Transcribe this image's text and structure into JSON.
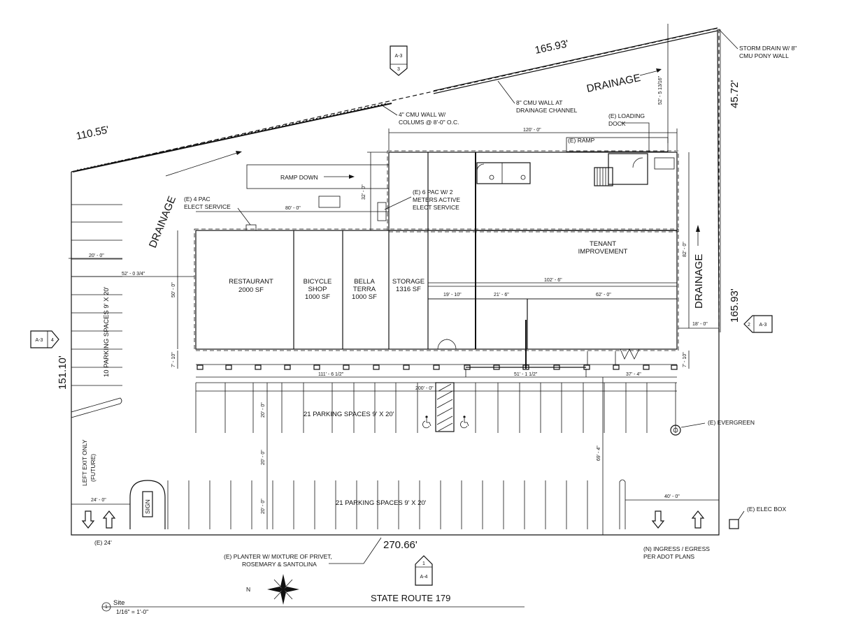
{
  "boundary": {
    "north_west": "110.55'",
    "north_east": "165.93'",
    "east_upper": "45.72'",
    "east_lower": "165.93'",
    "west": "151.10'",
    "south": "270.66'"
  },
  "drainage": {
    "top": "DRAINAGE",
    "left": "DRAINAGE",
    "right": "DRAINAGE"
  },
  "notes": {
    "storm_drain_1": "STORM DRAIN W/ 8\"",
    "storm_drain_2": "CMU PONY WALL",
    "cmu_wall_8_1": "8\" CMU WALL AT",
    "cmu_wall_8_2": "DRAINAGE CHANNEL",
    "cmu_wall_4_1": "4\" CMU WALL W/",
    "cmu_wall_4_2": "COLUMS @ 8'-0\" O.C.",
    "loading_dock_1": "(E) LOADING",
    "loading_dock_2": "DOCK",
    "ramp": "(E) RAMP",
    "ramp_down": "RAMP DOWN",
    "pac4_1": "(E) 4 PAC",
    "pac4_2": "ELECT SERVICE",
    "pac6_1": "(E) 6 PAC W/ 2",
    "pac6_2": "METERS ACTIVE",
    "pac6_3": "ELECT SERVICE",
    "evergreen": "(E) EVERGREEN",
    "elec_box": "(E) ELEC BOX",
    "ingress_1": "(N) INGRESS / EGRESS",
    "ingress_2": "PER ADOT PLANS",
    "planter_1": "(E) PLANTER W/ MIXTURE OF PRIVET,",
    "planter_2": "ROSEMARY & SANTOLINA",
    "e24": "(E) 24'",
    "left_exit_1": "LEFT EXIT ONLY",
    "left_exit_2": "(FUTURE)",
    "sign": "SIGN",
    "state_route": "STATE ROUTE 179"
  },
  "rooms": {
    "restaurant_name": "RESTAURANT",
    "restaurant_area": "2000 SF",
    "bicycle_name_1": "BICYCLE",
    "bicycle_name_2": "SHOP",
    "bicycle_area": "1000 SF",
    "bella_name_1": "BELLA",
    "bella_name_2": "TERRA",
    "bella_area": "1000 SF",
    "storage_name": "STORAGE",
    "storage_area": "1316 SF",
    "tenant_1": "TENANT",
    "tenant_2": "IMPROVEMENT"
  },
  "parking": {
    "west": "10 PARKING SPACES 9' X 20'",
    "middle": "21 PARKING SPACES 9' X 20'",
    "south": "21 PARKING SPACES 9' X 20'"
  },
  "dimensions": {
    "d120": "120' - 0\"",
    "d52_5": "52' - 5 13/16\"",
    "d32": "32' - 0\"",
    "d80": "80' - 0\"",
    "d20_top": "20' - 0\"",
    "d52_0": "52' - 0 3/4\"",
    "d50": "50' - 0\"",
    "d7_left": "7' - 10\"",
    "d7_right": "7' - 10\"",
    "d102": "102' - 6\"",
    "d19": "19' - 10\"",
    "d21": "21' - 6\"",
    "d62": "62' - 0\"",
    "d82": "82' - 0\"",
    "d18": "18' - 0\"",
    "d111": "111' - 6 1/2\"",
    "d51": "51' - 1 1/2\"",
    "d37": "37' - 4\"",
    "d200": "200' - 0\"",
    "d20_a": "20' - 0\"",
    "d20_b": "20' - 0\"",
    "d20_c": "20' - 0\"",
    "d69": "69' - 4\"",
    "d24": "24' - 0\"",
    "d40": "40' - 0\""
  },
  "section_markers": {
    "top_sheet": "A-3",
    "top_num": "3",
    "left_sheet": "A-3",
    "left_num": "4",
    "right_sheet": "A-3",
    "right_num": "2",
    "bottom_sheet": "A-4",
    "bottom_num": "1"
  },
  "title_block": {
    "num": "1",
    "title": "Site",
    "scale": "1/16\" = 1'-0\""
  },
  "north_arrow_label": "N",
  "icons": [
    "north-arrow-icon",
    "accessible-parking-icon",
    "arrow-up-icon",
    "arrow-down-icon",
    "arrow-right-icon",
    "section-marker-icon",
    "evergreen-tree-icon"
  ]
}
